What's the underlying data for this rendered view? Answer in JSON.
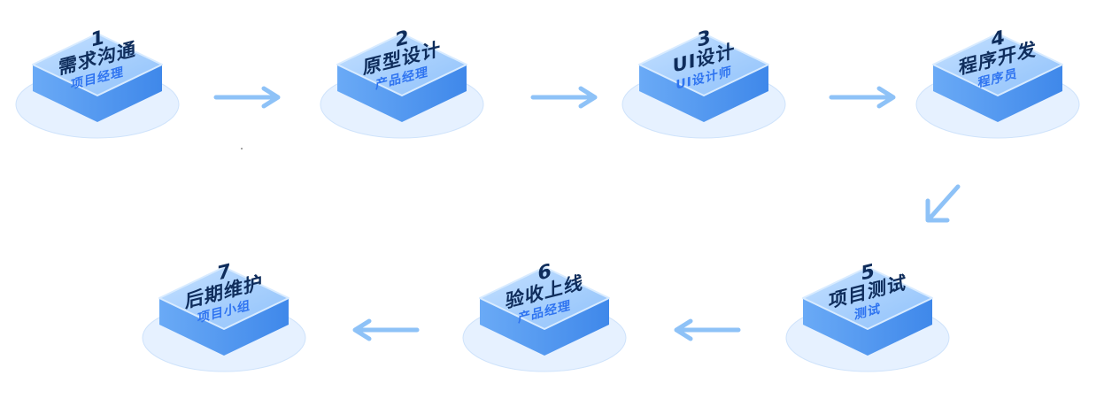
{
  "steps": [
    {
      "num": "1",
      "title": "需求沟通",
      "role": "项目经理"
    },
    {
      "num": "2",
      "title": "原型设计",
      "role": "产品经理"
    },
    {
      "num": "3",
      "title": "UI设计",
      "role": "UI设计师"
    },
    {
      "num": "4",
      "title": "程序开发",
      "role": "程序员"
    },
    {
      "num": "5",
      "title": "项目测试",
      "role": "测试"
    },
    {
      "num": "6",
      "title": "验收上线",
      "role": "产品经理"
    },
    {
      "num": "7",
      "title": "后期维护",
      "role": "项目小组"
    }
  ],
  "colors": {
    "tile_top": "#a9d0ff",
    "tile_side": "#4d95f0",
    "shadow": "#dcecff",
    "arrow": "#8ec2f7",
    "title": "#0f2d5c",
    "role": "#2f74f0"
  }
}
